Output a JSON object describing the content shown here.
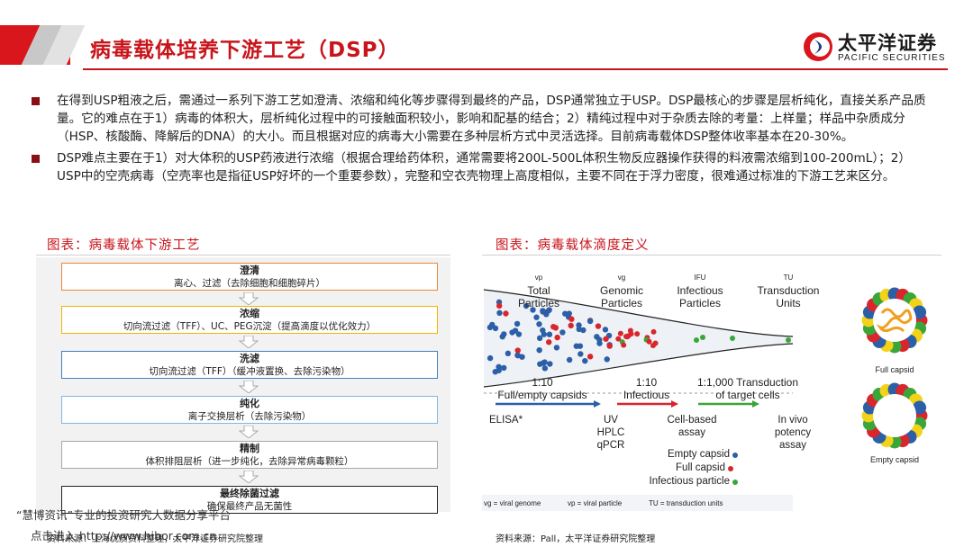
{
  "header": {
    "title": "病毒载体培养下游工艺（DSP）",
    "logo_cn": "太平洋证券",
    "logo_en": "PACIFIC SECURITIES"
  },
  "bullets": [
    "在得到USP粗液之后，需通过一系列下游工艺如澄清、浓缩和纯化等步骤得到最终的产品，DSP通常独立于USP。DSP最核心的步骤是层析纯化，直接关系产品质量。它的难点在于1）病毒的体积大，层析纯化过程中的可接触面积较小，影响和配基的结合；2）精纯过程中对于杂质去除的考量：上样量；样品中杂质成分（HSP、核酸酶、降解后的DNA）的大小。而且根据对应的病毒大小需要在多种层析方式中灵活选择。目前病毒载体DSP整体收率基本在20-30%。",
    "DSP难点主要在于1）对大体积的USP药液进行浓缩（根据合理给药体积，通常需要将200L-500L体积生物反应器操作获得的料液需浓缩到100-200mL）；2）USP中的空壳病毒（空壳率也是指征USP好坏的一个重要参数），完整和空衣壳物理上高度相似，主要不同在于浮力密度，很难通过标准的下游工艺来区分。"
  ],
  "left_panel": {
    "title": "图表：病毒载体下游工艺",
    "steps": [
      {
        "title": "澄清",
        "desc": "离心、过滤（去除细胞和细胞碎片）",
        "color": "#e8873a"
      },
      {
        "title": "浓缩",
        "desc": "切向流过滤（TFF）、UC、PEG沉淀（提高滴度以优化效力）",
        "color": "#f0b400"
      },
      {
        "title": "洗滤",
        "desc": "切向流过滤（TFF）（缓冲液置换、去除污染物）",
        "color": "#3f7fc0"
      },
      {
        "title": "纯化",
        "desc": "离子交换层析（去除污染物）",
        "color": "#7cb8e8"
      },
      {
        "title": "精制",
        "desc": "体积排阻层析（进一步纯化，去除异常病毒颗粒）",
        "color": "#a8a8a8"
      },
      {
        "title": "最终除菌过滤",
        "desc": "确保最终产品无菌性",
        "color": "#222222"
      }
    ],
    "source": "资料来源：上海优质资料整理，太平洋证券研究院整理"
  },
  "right_panel": {
    "title": "图表：病毒载体滴度定义",
    "columns": [
      {
        "abbr": "vp",
        "line1": "Total",
        "line2": "Particles"
      },
      {
        "abbr": "vg",
        "line1": "Genomic",
        "line2": "Particles"
      },
      {
        "abbr": "IFU",
        "line1": "Infectious",
        "line2": "Particles"
      },
      {
        "abbr": "TU",
        "line1": "Transduction",
        "line2": "Units"
      }
    ],
    "ratios": [
      {
        "top": "1:10",
        "bottom": "Full/empty capsids"
      },
      {
        "top": "1:10",
        "bottom": "Infectious"
      },
      {
        "top": "1:1,000 Transduction",
        "bottom": "of target cells"
      }
    ],
    "assays": [
      {
        "lines": [
          "ELISA*"
        ]
      },
      {
        "lines": [
          "UV",
          "HPLC",
          "qPCR"
        ]
      },
      {
        "lines": [
          "Cell-based",
          "assay"
        ]
      },
      {
        "lines": [
          "In vivo",
          "potency",
          "assay"
        ]
      }
    ],
    "legend": [
      "Empty capsid",
      "Full capsid",
      "Infectious particle"
    ],
    "capsid_labels": [
      "Full capsid",
      "Empty capsid"
    ],
    "footnote": {
      "vg": "vg = viral genome",
      "vp": "vp = viral particle",
      "tu": "TU = transduction units"
    },
    "source": "资料来源：Pall，太平洋证券研究院整理"
  },
  "watermark": {
    "line1": "“慧博资讯”专业的投资研究大数据分享平台",
    "line2": "点击进入 http://www.hibor.com.cn"
  },
  "colors": {
    "brand_red": "#c8141a",
    "empty_capsid": "#2b5fa8",
    "full_capsid": "#d9262c",
    "infectious": "#3aa63a"
  }
}
